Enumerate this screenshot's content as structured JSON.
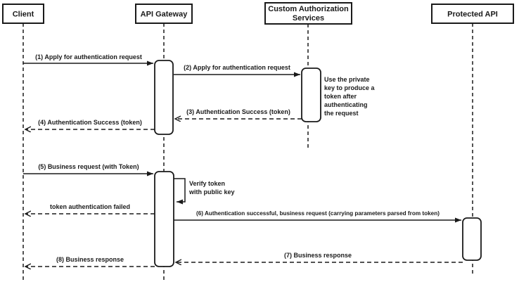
{
  "diagram": {
    "type": "uml-sequence",
    "colors": {
      "line": "#1a1a1a",
      "shape_fill": "#ffffff",
      "background": "#ffffff"
    },
    "actors": [
      {
        "id": "client",
        "label": "Client"
      },
      {
        "id": "api-gateway",
        "label": "API Gateway"
      },
      {
        "id": "custom-authorization-services",
        "label_line1": "Custom Authorization",
        "label_line2": "Services"
      },
      {
        "id": "protected-api",
        "label": "Protected API"
      }
    ],
    "messages": [
      {
        "label": "(1) Apply for authentication request",
        "from": "Client",
        "to": "API Gateway",
        "style": "solid"
      },
      {
        "label": "(2) Apply for authentication request",
        "from": "API Gateway",
        "to": "Custom Authorization Services",
        "style": "solid"
      },
      {
        "label": "(3) Authentication Success (token)",
        "from": "Custom Authorization Services",
        "to": "API Gateway",
        "style": "dashed"
      },
      {
        "label": "(4) Authentication Success (token)",
        "from": "API Gateway",
        "to": "Client",
        "style": "dashed"
      },
      {
        "label": "(5) Business request (with Token)",
        "from": "Client",
        "to": "API Gateway",
        "style": "solid"
      },
      {
        "label": "token authentication failed",
        "from": "API Gateway",
        "to": "Client",
        "style": "dashed"
      },
      {
        "label": "(6) Authentication successful, business request (carrying parameters parsed from token)",
        "from": "API Gateway",
        "to": "Protected API",
        "style": "solid"
      },
      {
        "label": "(7) Business response",
        "from": "Protected API",
        "to": "API Gateway",
        "style": "dashed"
      },
      {
        "label": "(8) Business response",
        "from": "API Gateway",
        "to": "Client",
        "style": "dashed"
      }
    ],
    "self_message": {
      "on": "API Gateway",
      "line1": "Verify token",
      "line2": "with public key"
    },
    "note": {
      "beside": "Custom Authorization Services",
      "line1": "Use the private",
      "line2": "key to produce a",
      "line3": "token after",
      "line4": "authenticating",
      "line5": "the request"
    }
  }
}
